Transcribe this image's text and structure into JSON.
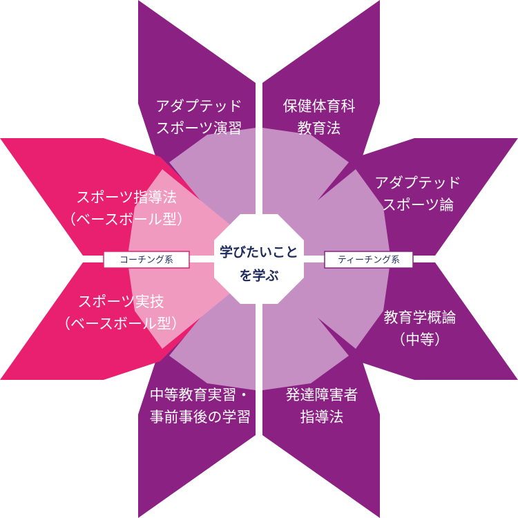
{
  "center": {
    "line1": "学びたいこと",
    "line2": "を学ぶ"
  },
  "tags": {
    "left": "コーチング系",
    "right": "ティーチング系"
  },
  "petals": {
    "top_left": {
      "line1": "アダプテッド",
      "line2": "スポーツ演習"
    },
    "top_right": {
      "line1": "保健体育科",
      "line2": "教育法"
    },
    "right_upper": {
      "line1": "アダプテッド",
      "line2": "スポーツ論"
    },
    "right_lower": {
      "line1": "教育学概論",
      "line2": "（中等）"
    },
    "bottom_right": {
      "line1": "発達障害者",
      "line2": "指導法"
    },
    "bottom_left": {
      "line1": "中等教育実習・",
      "line2": "事前事後の学習"
    },
    "left_lower": {
      "line1": "スポーツ実技",
      "line2": "（ベースボール型）"
    },
    "left_upper": {
      "line1": "スポーツ指導法",
      "line2": "（ベースボール型）"
    }
  },
  "colors": {
    "purple": "#8b2183",
    "pink": "#e8206f",
    "inner_purple": "#c58fc4",
    "inner_pink": "#f19ac0",
    "center_text": "#1f2a5c",
    "tag_left_border": "#e8206f",
    "tag_right_border": "#8b2183"
  }
}
